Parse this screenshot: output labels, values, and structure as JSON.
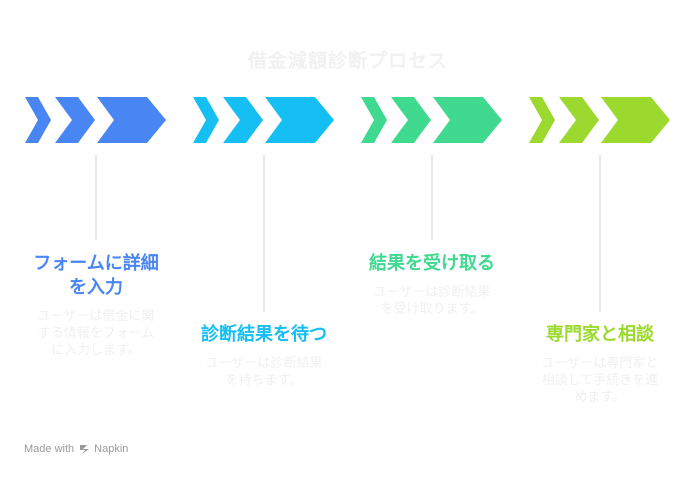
{
  "title": "借金減額診断プロセス",
  "steps": [
    {
      "title_line1": "フォームに詳細",
      "title_line2": "を入力",
      "desc_line1": "ユーザーは借金に関",
      "desc_line2": "する情報をフォーム",
      "desc_line3": "に入力します。",
      "color": "#4a86f3"
    },
    {
      "title_line1": "診断結果を待つ",
      "desc_line1": "ユーザーは診断結果",
      "desc_line2": "を待ちます。",
      "color": "#16bff3"
    },
    {
      "title_line1": "結果を受け取る",
      "desc_line1": "ユーザーは診断結果",
      "desc_line2": "を受け取ります。",
      "color": "#3fd98f"
    },
    {
      "title_line1": "専門家と相談",
      "desc_line1": "ユーザーは専門家と",
      "desc_line2": "相談して手続きを進",
      "desc_line3": "めます。",
      "color": "#9bd92e"
    }
  ],
  "footer": {
    "made_with": "Made with",
    "brand": "Napkin"
  }
}
